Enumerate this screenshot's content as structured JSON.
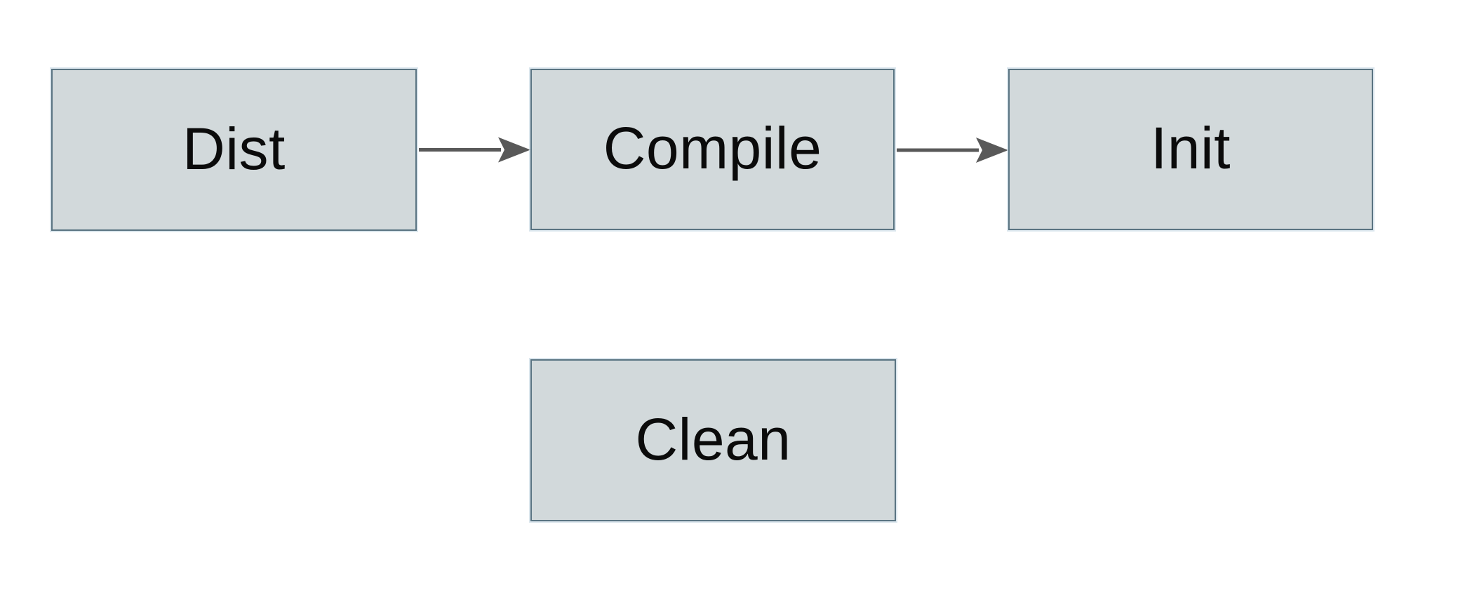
{
  "diagram": {
    "type": "flowchart",
    "background": "#ffffff",
    "colors": {
      "node_fill": "#d2d9db",
      "node_border": "#5a7482",
      "arrow": "#595959",
      "text": "#0b0b0b"
    },
    "nodes": [
      {
        "id": "dist",
        "label": "Dist"
      },
      {
        "id": "compile",
        "label": "Compile"
      },
      {
        "id": "init",
        "label": "Init"
      },
      {
        "id": "clean",
        "label": "Clean"
      }
    ],
    "edges": [
      {
        "from": "dist",
        "to": "compile"
      },
      {
        "from": "compile",
        "to": "init"
      }
    ]
  }
}
